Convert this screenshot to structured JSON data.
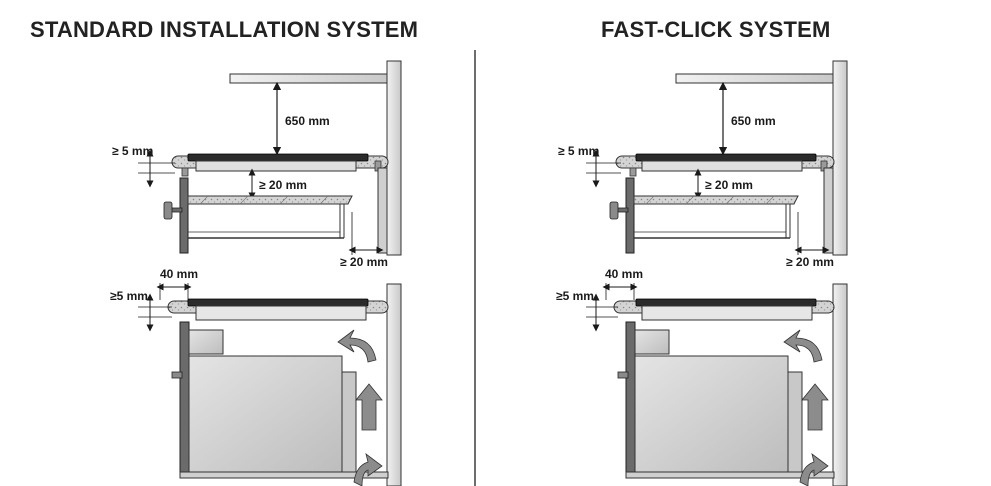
{
  "panels": [
    {
      "id": "standard",
      "title": "STANDARD INSTALLATION SYSTEM",
      "labels": {
        "hood_clearance": "650 mm",
        "top_thickness": "≥ 5 mm",
        "below_clearance": "≥ 20 mm",
        "side_clearance": "≥ 20 mm",
        "edge_distance": "40 mm",
        "oven_top_thickness": "≥5 mm"
      }
    },
    {
      "id": "fast",
      "title": "FAST-CLICK SYSTEM",
      "labels": {
        "hood_clearance": "650 mm",
        "top_thickness": "≥ 5 mm",
        "below_clearance": "≥ 20 mm",
        "side_clearance": "≥ 20 mm",
        "edge_distance": "40 mm",
        "oven_top_thickness": "≥5 mm"
      }
    }
  ]
}
